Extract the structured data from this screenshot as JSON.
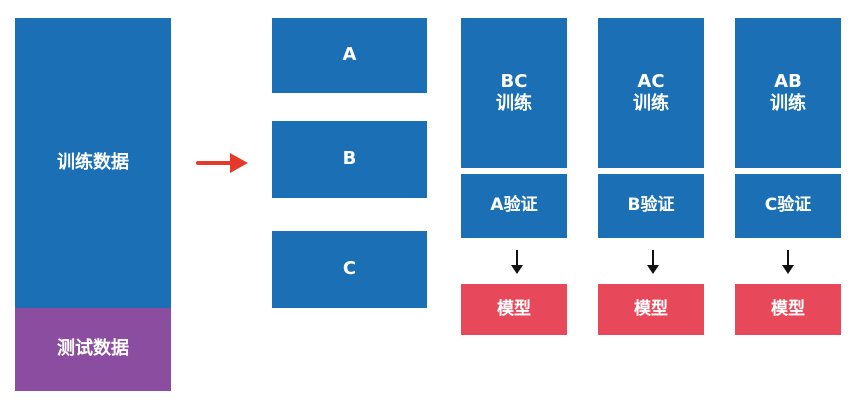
{
  "dataset": {
    "train_label": "训练数据",
    "test_label": "测试数据"
  },
  "folds": [
    "A",
    "B",
    "C"
  ],
  "rounds": [
    {
      "train_line1": "BC",
      "train_line2": "训练",
      "validate": "A验证",
      "model": "模型"
    },
    {
      "train_line1": "AC",
      "train_line2": "训练",
      "validate": "B验证",
      "model": "模型"
    },
    {
      "train_line1": "AB",
      "train_line2": "训练",
      "validate": "C验证",
      "model": "模型"
    }
  ],
  "colors": {
    "blue": "#1a6fb5",
    "purple": "#8a4da0",
    "red": "#e8495a",
    "arrow_red": "#e53a2a"
  }
}
